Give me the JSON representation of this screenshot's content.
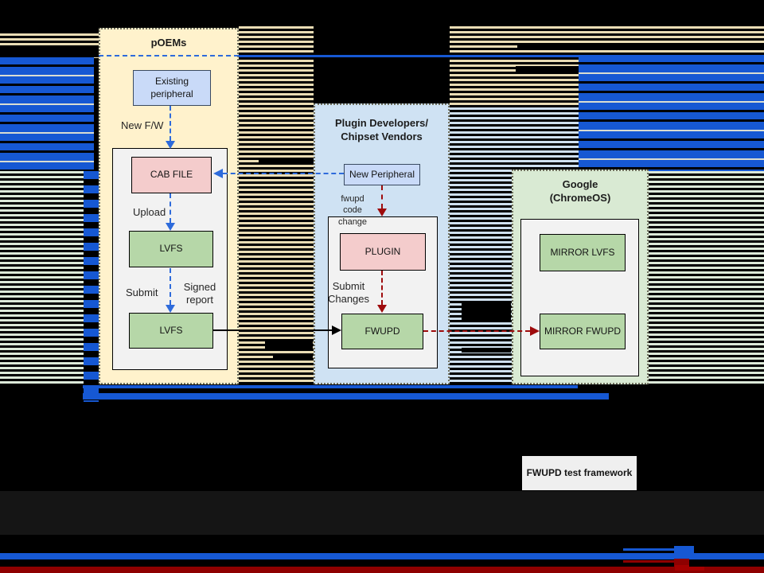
{
  "colors": {
    "blue_accent": "#1658D3",
    "dark_red": "#8E0000",
    "arrow_blue": "#2E6BDB",
    "arrow_red": "#9E0B0C",
    "cream": "#FFF2CC",
    "lane_blue": "#CFE2F3",
    "lane_green": "#D9EAD3",
    "light_blue_box": "#C9DAF8",
    "pink_box": "#F4CCCC",
    "green_box": "#B6D7A8",
    "inner_gray": "#F2F2F2",
    "tan_stripe": "#E9DCB4",
    "palegreen_stripe": "#DCE9D8",
    "paleblue_stripe": "#CFE0EF"
  },
  "lanes": {
    "poems": {
      "title": "pOEMs"
    },
    "plugin_developers": {
      "title_line1": "Plugin Developers/",
      "title_line2": "Chipset Vendors"
    },
    "google": {
      "title_line1": "Google",
      "title_line2": "(ChromeOS)"
    }
  },
  "nodes": {
    "existing_peripheral": {
      "line1": "Existing",
      "line2": "peripheral"
    },
    "cab_file": {
      "label": "CAB FILE"
    },
    "lvfs_upper": {
      "label": "LVFS"
    },
    "lvfs_lower": {
      "label": "LVFS"
    },
    "new_peripheral": {
      "label": "New Peripheral"
    },
    "plugin": {
      "label": "PLUGIN"
    },
    "fwupd": {
      "label": "FWUPD"
    },
    "mirror_lvfs": {
      "label": "MIRROR LVFS"
    },
    "mirror_fwupd": {
      "label": "MIRROR FWUPD"
    },
    "fwupd_test_framework": {
      "label": "FWUPD test framework"
    }
  },
  "edges": {
    "new_fw": {
      "label": "New F/W"
    },
    "upload": {
      "label": "Upload"
    },
    "submit": {
      "label": "Submit"
    },
    "signed_report": {
      "line1": "Signed",
      "line2": "report"
    },
    "fwupd_code_change": {
      "line1": "fwupd",
      "line2": "code change"
    },
    "submit_changes": {
      "line1": "Submit",
      "line2": "Changes"
    }
  }
}
